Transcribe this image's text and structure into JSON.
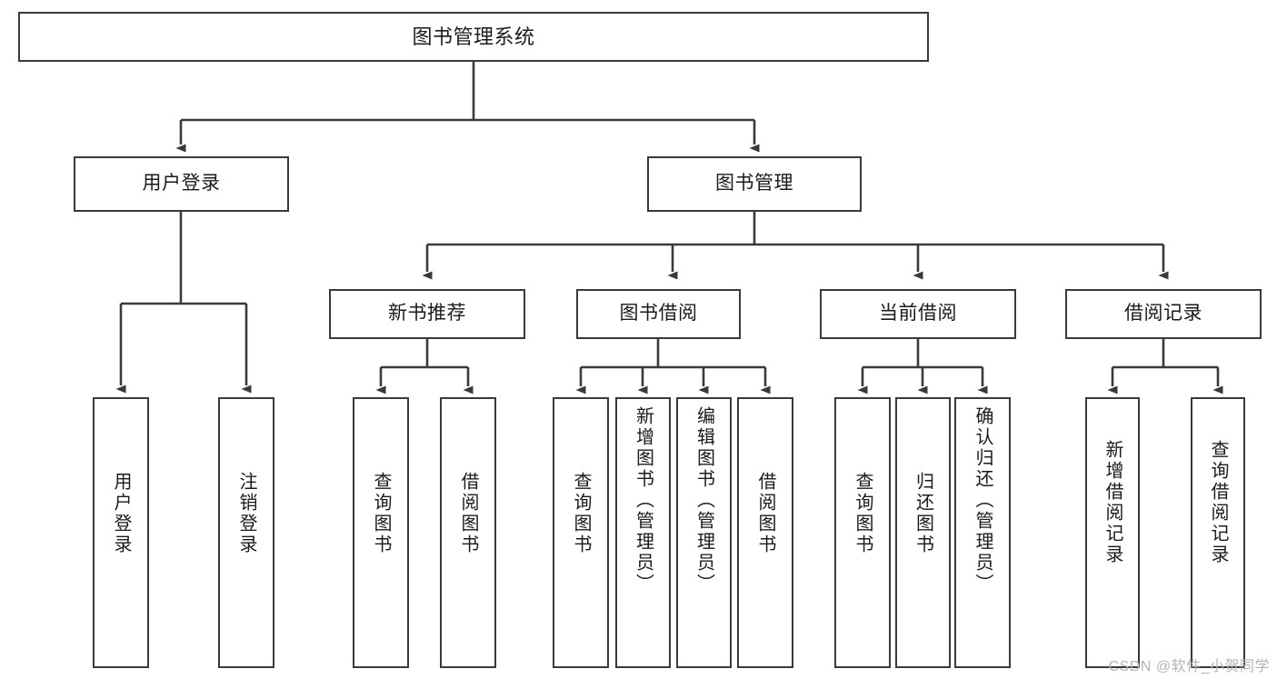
{
  "diagram": {
    "title": "图书管理系统",
    "type": "tree-hierarchy-chart",
    "watermark": "CSDN @软件_小贺同学",
    "colors": {
      "box_border": "#3a3a3a",
      "box_fill": "#ffffff",
      "edge": "#3a3a3a",
      "text": "#1b1b1b",
      "watermark": "#b4b4b4",
      "background": "#ffffff"
    }
  },
  "nodes": {
    "root": {
      "label": "图书管理系统"
    },
    "level2": [
      {
        "id": "user-login",
        "label": "用户登录"
      },
      {
        "id": "book-manage",
        "label": "图书管理"
      }
    ],
    "level3": [
      {
        "id": "new-book-recommend",
        "label": "新书推荐"
      },
      {
        "id": "book-borrow",
        "label": "图书借阅"
      },
      {
        "id": "current-borrow",
        "label": "当前借阅"
      },
      {
        "id": "borrow-record",
        "label": "借阅记录"
      }
    ],
    "leaves": {
      "user_login": [
        {
          "id": "leaf-user-login",
          "label": "用户登录"
        },
        {
          "id": "leaf-logout-login",
          "label": "注销登录"
        }
      ],
      "new_book_recommend": [
        {
          "id": "leaf-query-book-1",
          "label": "查询图书"
        },
        {
          "id": "leaf-borrow-book-1",
          "label": "借阅图书"
        }
      ],
      "book_borrow": [
        {
          "id": "leaf-query-book-2",
          "label": "查询图书"
        },
        {
          "id": "leaf-add-book",
          "label": "新增图书（管理员）"
        },
        {
          "id": "leaf-edit-book",
          "label": "编辑图书（管理员）"
        },
        {
          "id": "leaf-borrow-book-2",
          "label": "借阅图书"
        }
      ],
      "current_borrow": [
        {
          "id": "leaf-query-book-3",
          "label": "查询图书"
        },
        {
          "id": "leaf-return-book",
          "label": "归还图书"
        },
        {
          "id": "leaf-confirm-return",
          "label": "确认归还（管理员）"
        }
      ],
      "borrow_record": [
        {
          "id": "leaf-add-borrow-record",
          "label": "新增借阅记录"
        },
        {
          "id": "leaf-query-borrow-record",
          "label": "查询借阅记录"
        }
      ]
    }
  }
}
